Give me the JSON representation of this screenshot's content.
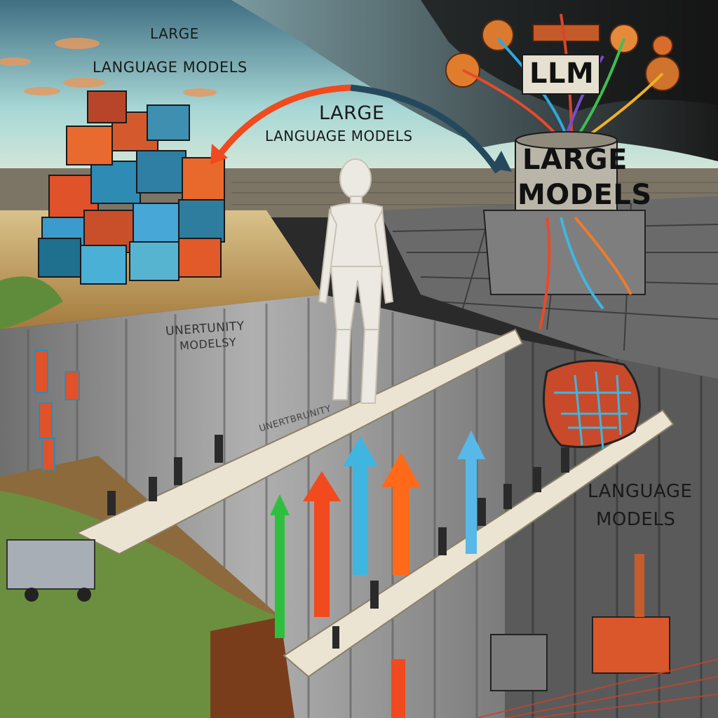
{
  "scene": {
    "labels": {
      "large_top_left": "LARGE",
      "language_models_top_left": "LANGUAGE MODELS",
      "large_center": "LARGE",
      "language_models_center": "LANGUAGE MODELS",
      "llm": "LLM",
      "large_right": "LARGE",
      "models_right": "MODELS",
      "uncertainty_cliff": "UNERTUNITY",
      "models_cliff": "MODELSY",
      "bridge_text": "UNERTBRUNITY",
      "language_right": "LANGUAGE",
      "models_right_lower": "MODELS"
    },
    "colors": {
      "sky_top": "#3e5a6e",
      "sky_bottom": "#9fd2d6",
      "storm": "#1c1c1c",
      "cliff": "#8e8e8e",
      "bridge": "#e9e2d2",
      "arrow_red": "#f04a1e",
      "arrow_orange": "#ff6a1a",
      "arrow_blue": "#3fb6e0",
      "arrow_green": "#2fbf3f"
    },
    "icons": [
      "figure",
      "blocks-cube",
      "brain-tangle",
      "llm-spheres",
      "arrows"
    ]
  }
}
